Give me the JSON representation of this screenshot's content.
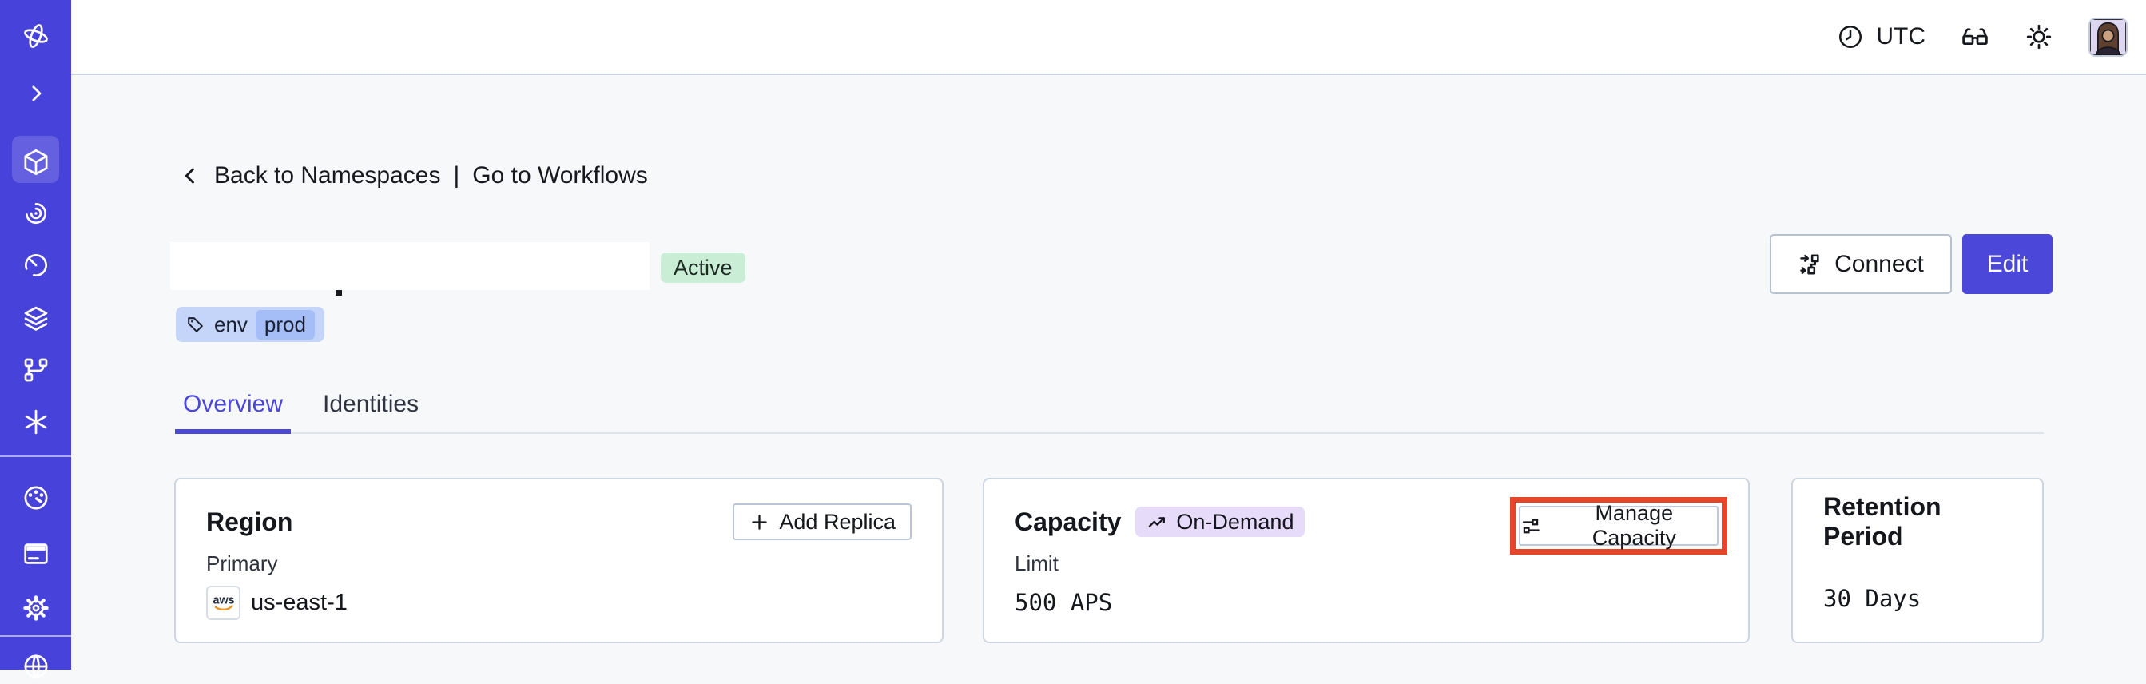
{
  "topbar": {
    "timezone_label": "UTC"
  },
  "breadcrumb": {
    "back_label": "Back to Namespaces",
    "separator": "|",
    "workflows_label": "Go to Workflows"
  },
  "namespace_header": {
    "status_badge": "Active",
    "tag_key": "env",
    "tag_value": "prod",
    "connect_label": "Connect",
    "edit_label": "Edit"
  },
  "tabs": {
    "overview": "Overview",
    "identities": "Identities"
  },
  "cards": {
    "region": {
      "title": "Region",
      "add_replica_label": "Add Replica",
      "primary_label": "Primary",
      "provider": "aws",
      "region_value": "us-east-1"
    },
    "capacity": {
      "title": "Capacity",
      "mode_badge": "On-Demand",
      "manage_label": "Manage Capacity",
      "limit_label": "Limit",
      "limit_value": "500 APS"
    },
    "retention": {
      "title": "Retention Period",
      "value": "30 Days"
    }
  },
  "icons": {
    "sidebar": [
      "temporal-logo-icon",
      "chevron-right-icon",
      "cube-icon",
      "spiral-icon",
      "timer-icon",
      "layers-icon",
      "branch-icon",
      "asterisk-icon",
      "gauge-icon",
      "billing-card-icon",
      "gear-icon",
      "globe-icon"
    ],
    "topbar": [
      "clock-icon",
      "glasses-icon",
      "sun-icon",
      "avatar"
    ],
    "inline": [
      "back-chevron-icon",
      "tag-icon",
      "connect-flow-icon",
      "plus-icon",
      "trending-up-icon",
      "sliders-icon",
      "aws-logo"
    ]
  },
  "colors": {
    "sidebar_bg": "#4742d9",
    "accent": "#4a47d9",
    "content_bg": "#f7f8fa",
    "card_border": "#ccd6e2",
    "status_active_bg": "#c9eed5",
    "tag_bg": "#c5d5fa",
    "tag_inner_bg": "#a6bef8",
    "on_demand_bg": "#e6dcfa",
    "annotation_red": "#e64628",
    "aws_orange": "#f0931f"
  }
}
